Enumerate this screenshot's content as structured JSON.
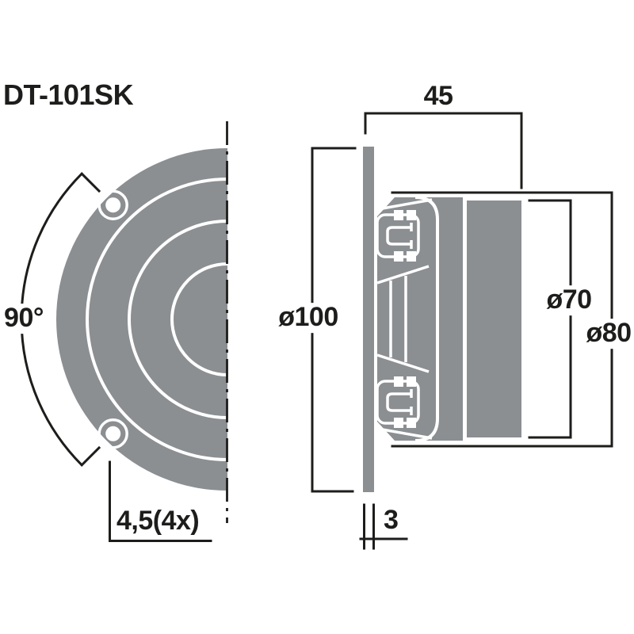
{
  "title": "DT-101SK",
  "colors": {
    "part_gray": "#8b8f92",
    "line_black": "#1d1d1b",
    "background": "#ffffff",
    "detail_white": "#ffffff"
  },
  "front_view": {
    "description": "front half-section view of tweeter faceplate",
    "angle_dimension": "90°",
    "mounting_hole_dimension": "4,5(4x)"
  },
  "side_view": {
    "description": "side cross-section view",
    "depth_dimension": "45",
    "front_plate_diameter": "ø100",
    "magnet_diameter": "ø70",
    "rear_body_diameter": "ø80",
    "front_plate_thickness": "3"
  }
}
